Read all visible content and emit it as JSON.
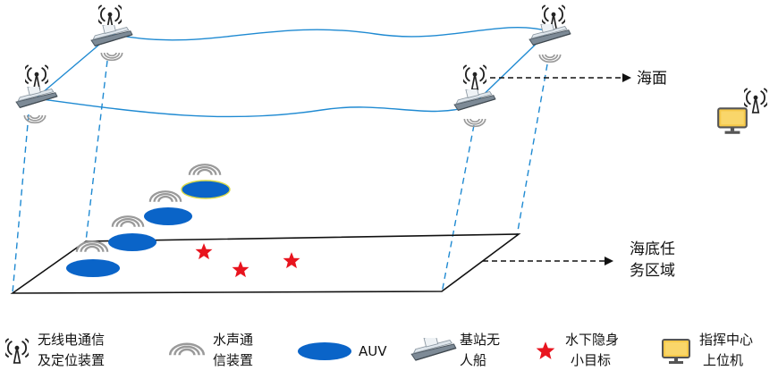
{
  "labels": {
    "sea_surface": "海面",
    "seabed_line1": "海底任",
    "seabed_line2": "务区域"
  },
  "legend": {
    "radio": {
      "line1": "无线电通信",
      "line2": "及定位装置"
    },
    "acoustic": {
      "line1": "水声通",
      "line2": "信装置"
    },
    "auv": {
      "line1": "AUV"
    },
    "ship": {
      "line1": "基站无",
      "line2": "人船"
    },
    "target": {
      "line1": "水下隐身",
      "line2": "小目标"
    },
    "command": {
      "line1": "指挥中心",
      "line2": "上位机"
    }
  },
  "colors": {
    "auv": "#0a64c8",
    "link": "#1f8ad2",
    "target": "#e8141e",
    "monitor_frame": "#e6a51e",
    "monitor_screen": "#f6c94a",
    "wave": "#9a9a9a",
    "antenna": "#222222",
    "ship_hull": "#7d8a96",
    "ship_deck": "#dfe6ec"
  }
}
